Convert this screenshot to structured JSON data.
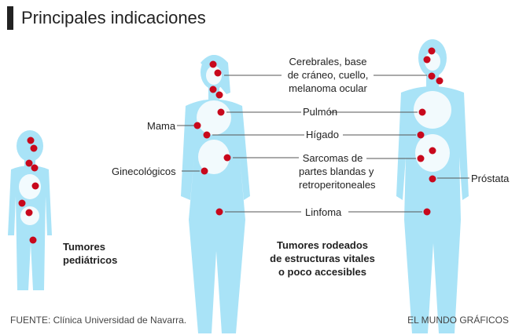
{
  "title": "Principales indicaciones",
  "labels": {
    "cerebrales": [
      "Cerebrales, base",
      "de cráneo, cuello,",
      "melanoma ocular"
    ],
    "pulmon": "Pulmón",
    "mama": "Mama",
    "higado": "Hígado",
    "sarcomas": [
      "Sarcomas de",
      "partes blandas y",
      "retroperitoneales"
    ],
    "ginecologicos": "Ginecológicos",
    "prostata": "Próstata",
    "linfoma": "Linfoma"
  },
  "groups": {
    "pediatric": [
      "Tumores",
      "pediátricos"
    ],
    "vital": [
      "Tumores rodeados",
      "de estructuras vitales",
      "o poco accesibles"
    ]
  },
  "footer": {
    "source": "FUENTE: Clínica Universidad de Navarra.",
    "credit": "EL MUNDO GRÁFICOS"
  },
  "colors": {
    "body": "#a9e3f7",
    "dot": "#c8081c",
    "line": "#555555"
  }
}
